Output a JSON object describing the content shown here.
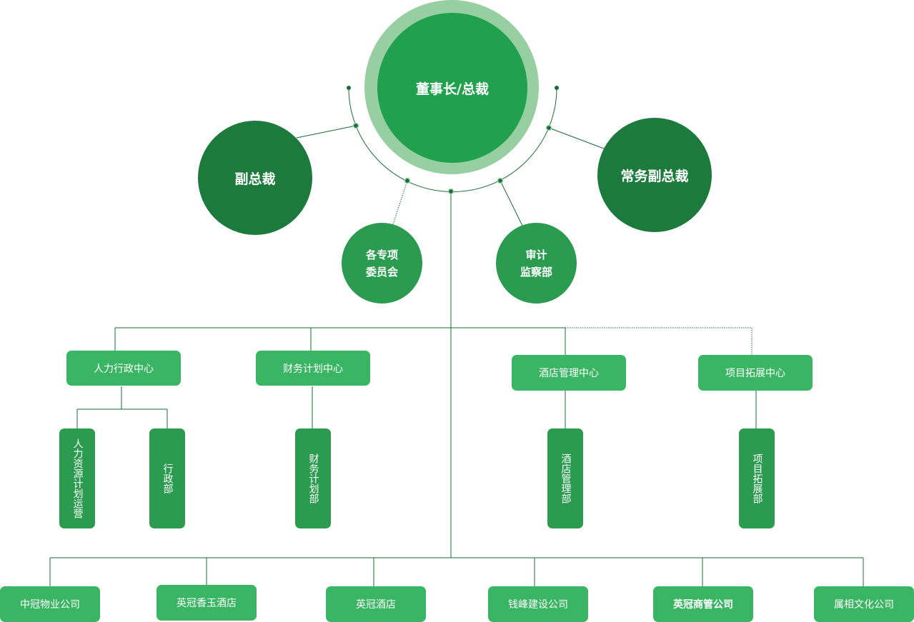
{
  "chairman": "董事长/总裁",
  "vice_president": "副总裁",
  "executive_vice_president": "常务副总裁",
  "committees": [
    "各专项",
    "委员会"
  ],
  "audit": [
    "审计",
    "监察部"
  ],
  "centers": {
    "hr_admin": "人力行政中心",
    "finance": "财务计划中心",
    "hotel_mgmt": "酒店管理中心",
    "project_dev": "项目拓展中心"
  },
  "departments": {
    "hr_planning": "人力资源计划运营",
    "admin": "行政部",
    "finance": "财务计划部",
    "hotel": "酒店管理部",
    "project": "项目拓展部"
  },
  "companies": [
    "中冠物业公司",
    "英冠香玉酒店",
    "英冠酒店",
    "钱峰建设公司",
    "英冠商管公司",
    "属相文化公司"
  ],
  "colors": {
    "line": "#1b6b3a",
    "dark_green": "#1b7a3c",
    "medium_green": "#21a04e",
    "light_green": "#3ab563",
    "ring": "#97cfa3"
  }
}
